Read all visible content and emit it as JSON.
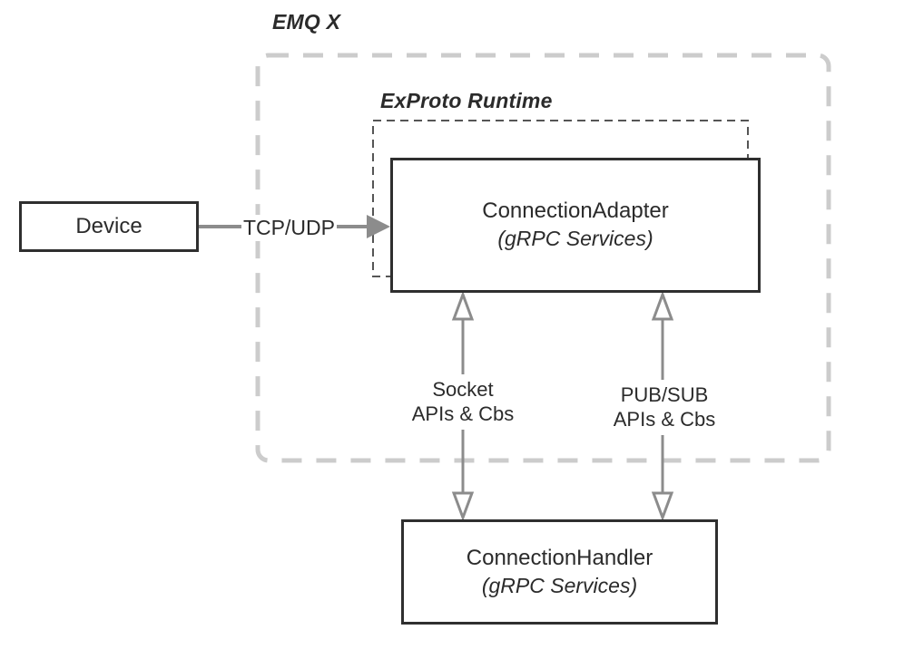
{
  "diagram": {
    "groups": [
      {
        "id": "emqx",
        "label": "EMQ X",
        "style": "dashed-rounded",
        "color": "#cccccc"
      },
      {
        "id": "exproto",
        "label": "ExProto Runtime",
        "style": "dashed",
        "color": "#555555"
      }
    ],
    "nodes": [
      {
        "id": "device",
        "title": "Device",
        "subtitle": ""
      },
      {
        "id": "connection-adapter",
        "title": "ConnectionAdapter",
        "subtitle": "(gRPC Services)"
      },
      {
        "id": "connection-handler",
        "title": "ConnectionHandler",
        "subtitle": "(gRPC Services)"
      }
    ],
    "edges": [
      {
        "id": "device-to-adapter",
        "from": "device",
        "to": "connection-adapter",
        "label": "TCP/UDP",
        "arrow": "filled-single",
        "color": "#8c8c8c"
      },
      {
        "id": "adapter-handler-socket",
        "from": "connection-adapter",
        "to": "connection-handler",
        "label_line1": "Socket",
        "label_line2": "APIs & Cbs",
        "arrow": "hollow-double",
        "color": "#8c8c8c"
      },
      {
        "id": "adapter-handler-pubsub",
        "from": "connection-adapter",
        "to": "connection-handler",
        "label_line1": "PUB/SUB",
        "label_line2": "APIs & Cbs",
        "arrow": "hollow-double",
        "color": "#8c8c8c"
      }
    ],
    "colors": {
      "node_border": "#2f2f2f",
      "node_fill": "#ffffff",
      "text": "#2b2b2b",
      "outer_group_border": "#cccccc",
      "inner_group_border": "#555555",
      "arrow": "#8c8c8c",
      "background": "#ffffff"
    }
  }
}
